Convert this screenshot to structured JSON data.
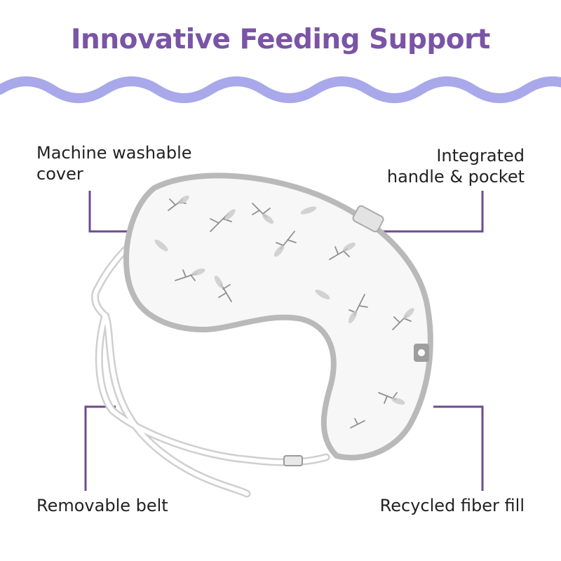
{
  "heading": "Innovative Feeding Support",
  "colors": {
    "title": "#7a54a6",
    "wave": "#a8a8ea",
    "callout_line": "#6f4a8e",
    "pillow_edge": "#b9b9b9"
  },
  "product_image": {
    "icon": "nursing-pillow-illustration"
  },
  "features": {
    "top_left": "Machine washable\ncover",
    "top_right": "Integrated\nhandle & pocket",
    "bottom_left": "Removable belt",
    "bottom_right": "Recycled fiber fill"
  }
}
